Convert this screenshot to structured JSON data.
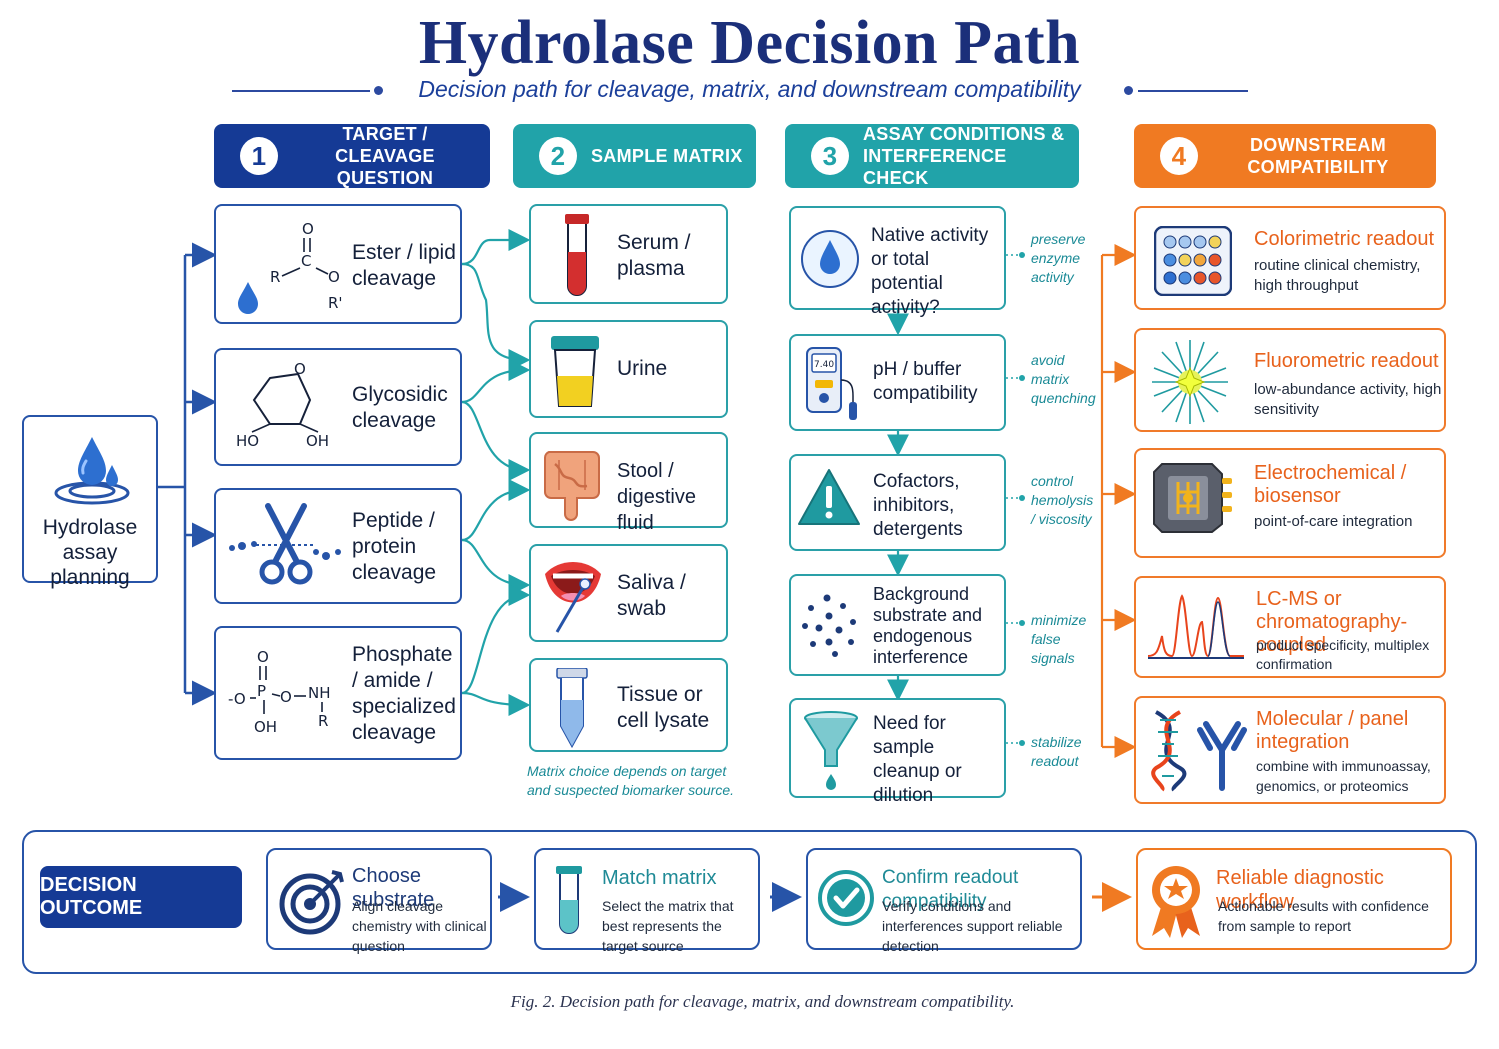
{
  "title": "Hydrolase Decision Path",
  "subtitle": "Decision path for cleavage, matrix, and downstream compatibility",
  "root": {
    "label": "Hydrolase assay planning"
  },
  "columns": [
    {
      "number": "1",
      "label": "TARGET / CLEAVAGE QUESTION",
      "color": "#153a95"
    },
    {
      "number": "2",
      "label": "SAMPLE MATRIX",
      "color": "#21a3a9"
    },
    {
      "number": "3",
      "label": "ASSAY CONDITIONS & INTERFERENCE CHECK",
      "color": "#21a3a9"
    },
    {
      "number": "4",
      "label": "DOWNSTREAM COMPATIBILITY",
      "color": "#f07a22"
    }
  ],
  "cleavage": [
    {
      "label": "Ester / lipid cleavage",
      "icon": "ester-structure-icon"
    },
    {
      "label": "Glycosidic cleavage",
      "icon": "sugar-ring-icon"
    },
    {
      "label": "Peptide / protein cleavage",
      "icon": "scissors-icon"
    },
    {
      "label": "Phosphate / amide / specialized cleavage",
      "icon": "phosphate-structure-icon"
    }
  ],
  "chem": {
    "ester": {
      "o_top": "O",
      "c": "C",
      "r": "R",
      "o": "O",
      "r2": "R'"
    },
    "sugar": {
      "o": "O",
      "ho": "HO",
      "oh": "OH"
    },
    "phosphate": {
      "o_top": "O",
      "minus_o": "-O",
      "p": "P",
      "o_mid": "O",
      "nh": "NH",
      "oh": "OH",
      "r": "R"
    }
  },
  "matrix": [
    {
      "label": "Serum / plasma",
      "icon": "blood-tube-icon"
    },
    {
      "label": "Urine",
      "icon": "urine-cup-icon"
    },
    {
      "label": "Stool / digestive fluid",
      "icon": "intestine-icon"
    },
    {
      "label": "Saliva / swab",
      "icon": "mouth-swab-icon"
    },
    {
      "label": "Tissue or cell lysate",
      "icon": "lysate-tube-icon"
    }
  ],
  "matrix_note": "Matrix choice depends on target and suspected biomarker source.",
  "conditions": [
    {
      "label": "Native activity or total potential activity?",
      "icon": "droplet-icon",
      "note": "preserve enzyme activity"
    },
    {
      "label": "pH / buffer compatibility",
      "icon": "ph-meter-icon",
      "ph_value": "7.40",
      "note": "avoid matrix quenching"
    },
    {
      "label": "Cofactors, inhibitors, detergents",
      "icon": "warning-icon",
      "note": "control hemolysis / viscosity"
    },
    {
      "label": "Background substrate and endogenous interference",
      "icon": "particles-icon",
      "note": "minimize false signals"
    },
    {
      "label": "Need for sample cleanup or dilution",
      "icon": "funnel-icon",
      "note": "stabilize readout"
    }
  ],
  "downstream": [
    {
      "title": "Colorimetric readout",
      "subtitle": "routine clinical chemistry, high throughput",
      "icon": "well-plate-icon"
    },
    {
      "title": "Fluorometric readout",
      "subtitle": "low-abundance activity, high sensitivity",
      "icon": "fluorescence-burst-icon"
    },
    {
      "title": "Electrochemical / biosensor",
      "subtitle": "point-of-care integration",
      "icon": "biosensor-chip-icon"
    },
    {
      "title": "LC-MS or chromatography-coupled",
      "subtitle": "product specificity, multiplex confirmation",
      "icon": "chromatogram-icon"
    },
    {
      "title": "Molecular / panel integration",
      "subtitle": "combine with immunoassay, genomics, or proteomics",
      "icon": "dna-antibody-icon"
    }
  ],
  "outcome": {
    "label": "DECISION OUTCOME",
    "steps": [
      {
        "title": "Choose substrate",
        "subtitle": "Align cleavage chemistry with clinical question",
        "icon": "target-icon"
      },
      {
        "title": "Match matrix",
        "subtitle": "Select the matrix that best represents the target source",
        "icon": "test-tube-icon"
      },
      {
        "title": "Confirm readout compatibility",
        "subtitle": "Verify conditions and interferences support reliable detection",
        "icon": "check-circle-icon"
      },
      {
        "title": "Reliable diagnostic workflow",
        "subtitle": "Actionable results with confidence from sample to report",
        "icon": "award-ribbon-icon"
      }
    ]
  },
  "caption": "Fig. 2. Decision path for cleavage, matrix, and downstream compatibility.",
  "colors": {
    "navy": "#153a95",
    "blue": "#2754a8",
    "teal": "#21a3a9",
    "orange": "#f07a22"
  }
}
